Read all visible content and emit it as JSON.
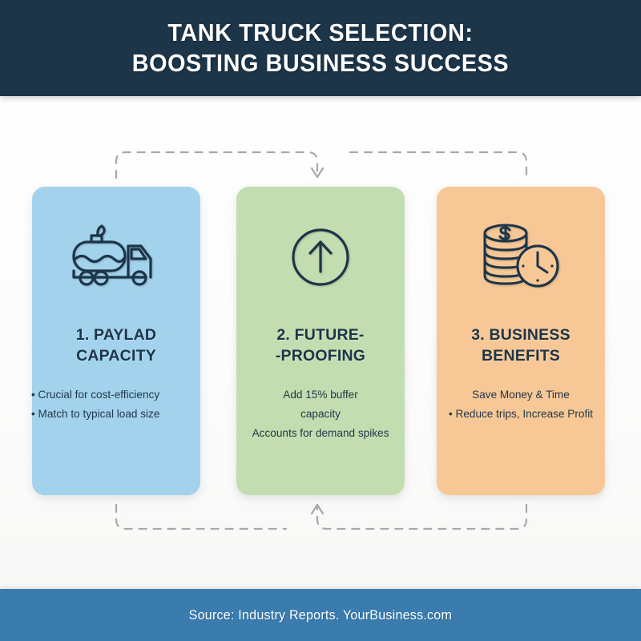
{
  "header": {
    "title_line1": "TANK TRUCK SELECTION:",
    "title_line2": "BOOSTING BUSINESS SUCCESS",
    "background_color": "#1d3549",
    "text_color": "#ffffff"
  },
  "cards": [
    {
      "number": "1.",
      "title": "1. PAYLAD\nCAPACITY",
      "icon": "tank-truck-icon",
      "color": "#a3d2ec",
      "lines": [
        "• Crucial for cost-efficiency",
        "• Match to typical load size"
      ]
    },
    {
      "number": "2.",
      "title": "2. FUTURE-\n-PROOFING",
      "icon": "circled-up-arrow-icon",
      "color": "#c3ddb0",
      "lines": [
        "Add 15% buffer",
        "capacity",
        "Accounts for demand spikes"
      ]
    },
    {
      "number": "3.",
      "title": "3. BUSINESS\nBENEFITS",
      "icon": "coins-and-clock-icon",
      "color": "#f7c795",
      "lines": [
        "Save Money & Time",
        "• Reduce trips, Increase Profit"
      ]
    }
  ],
  "connectors": {
    "stroke_color": "#a8a8a8",
    "style": "dashed",
    "top_arrow": "down-arrow",
    "bottom_arrow": "up-arrow"
  },
  "footer": {
    "source_text": "Source: Industry Reports. YourBusiness.com",
    "background_color": "#3a7cae",
    "text_color": "#ffffff"
  },
  "icon_color": "#1d3549"
}
